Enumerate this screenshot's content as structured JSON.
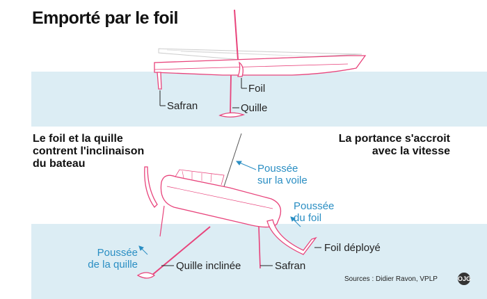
{
  "title": "Emporté par le foil",
  "top_labels": {
    "safran": "Safran",
    "foil": "Foil",
    "quille": "Quille"
  },
  "left_heading": [
    "Le foil et la quille",
    "contrent l'inclinaison",
    "du bateau"
  ],
  "right_heading": [
    "La portance s'accroit",
    "avec la vitesse"
  ],
  "bottom_labels": {
    "poussee_voile": [
      "Poussée",
      "sur la voile"
    ],
    "poussee_foil": [
      "Poussée",
      "du foil"
    ],
    "foil_deploye": "Foil déployé",
    "poussee_quille": [
      "Poussée",
      "de la quille"
    ],
    "quille_inclinee": "Quille inclinée",
    "safran": "Safran"
  },
  "sources": "Sources : Didier Ravon, VPLP",
  "logo": "OJG",
  "colors": {
    "hull": "#e8437b",
    "water": "#dcedf4",
    "force_arrow": "#2a8ec3",
    "text": "#222222"
  }
}
